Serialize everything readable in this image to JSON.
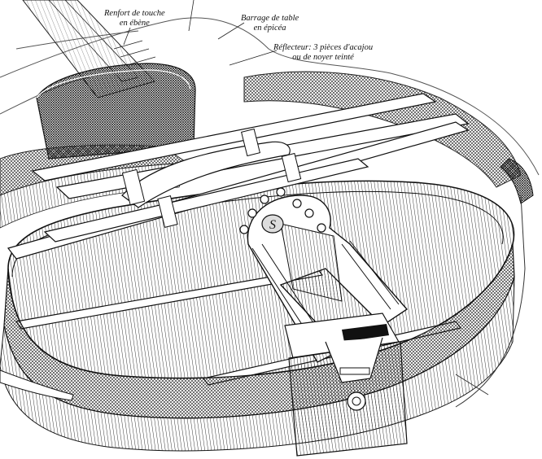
{
  "annotations": {
    "fingerboard": {
      "line1": "Renfort de touche",
      "line2": "en ébène"
    },
    "bracing": {
      "line1": "Barrage de table",
      "line2": "en épicéa"
    },
    "reflector": {
      "line1": "Réflecteur: 3 pièces d'acajou",
      "line2": "ou de noyer teinté"
    }
  },
  "colors": {
    "ink": "#1a1a1a",
    "hatch": "#333333",
    "paper": "#ffffff"
  },
  "tailpiece_monogram": "S"
}
